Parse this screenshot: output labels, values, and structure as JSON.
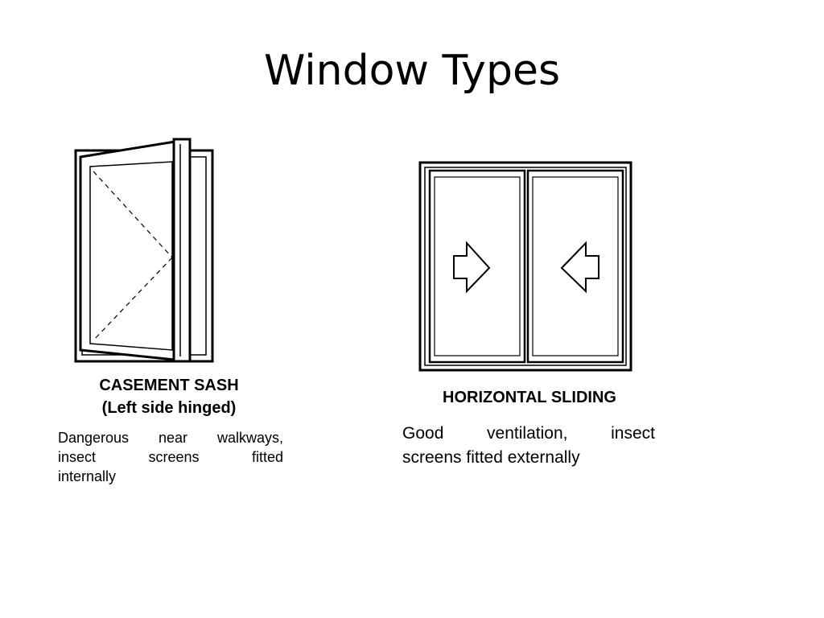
{
  "slide": {
    "title": "Window Types"
  },
  "casement": {
    "heading": "CASEMENT SASH",
    "subheading": "(Left side hinged)",
    "desc_line1": "Dangerous near walkways,",
    "desc_line2": "insect screens fitted",
    "desc_line3": "internally"
  },
  "sliding": {
    "heading": "HORIZONTAL SLIDING",
    "desc_line1": "Good ventilation, insect",
    "desc_line2": "screens fitted externally"
  }
}
